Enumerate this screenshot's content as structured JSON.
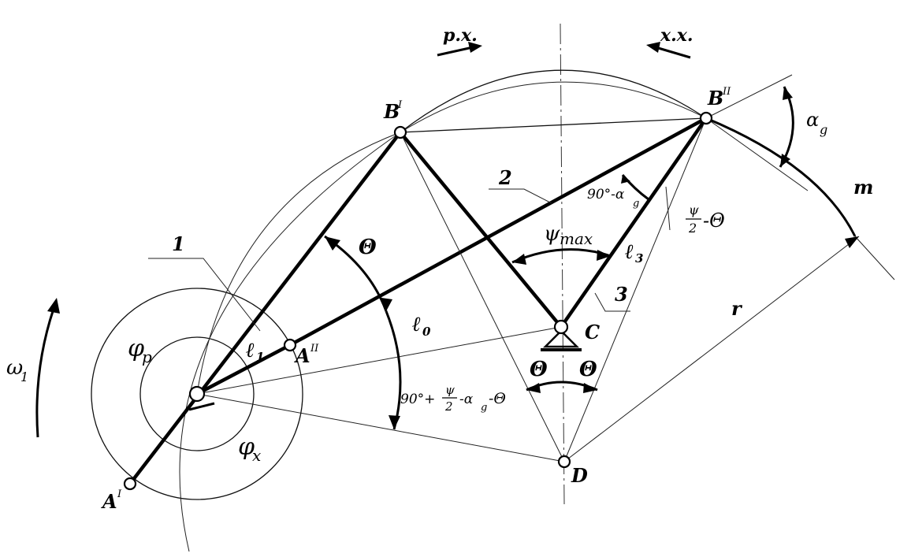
{
  "diagram": {
    "labels": {
      "rabochiy_hod": "p.x.",
      "holostoy_hod": "x.x.",
      "point_B1": "B",
      "point_B1_mark": "I",
      "point_B2": "B",
      "point_B2_mark": "II",
      "point_A1": "A",
      "point_A1_mark": "I",
      "point_A2": "A",
      "point_A2_mark": "II",
      "point_C": "C",
      "point_D": "D",
      "alpha_g": "α",
      "alpha_g_sub": "g",
      "curve_m": "m",
      "link_1": "1",
      "link_2": "2",
      "link_3": "3",
      "angle_90_alpha": "90°-α",
      "angle_90_alpha_sub": "g",
      "psi_half_theta_num": "ψ",
      "psi_half_theta_den": "2",
      "psi_half_theta_rest": "-Θ",
      "psi_max": "ψ",
      "psi_max_sub": "max",
      "l3": "ℓ",
      "l3_sub": "3",
      "theta_top": "Θ",
      "l0": "ℓ",
      "l0_sub": "0",
      "l1": "ℓ",
      "l1_sub": "1",
      "phi_p": "φ",
      "phi_p_sub": "p",
      "phi_x": "φ",
      "phi_x_sub": "x",
      "omega1": "ω",
      "omega1_sub": "1",
      "r": "r",
      "theta_left": "Θ",
      "theta_right": "Θ",
      "big_angle_a": "90°+",
      "big_angle_num": "ψ",
      "big_angle_den": "2",
      "big_angle_b": "-α",
      "big_angle_sub": "g",
      "big_angle_c": "-Θ"
    }
  }
}
